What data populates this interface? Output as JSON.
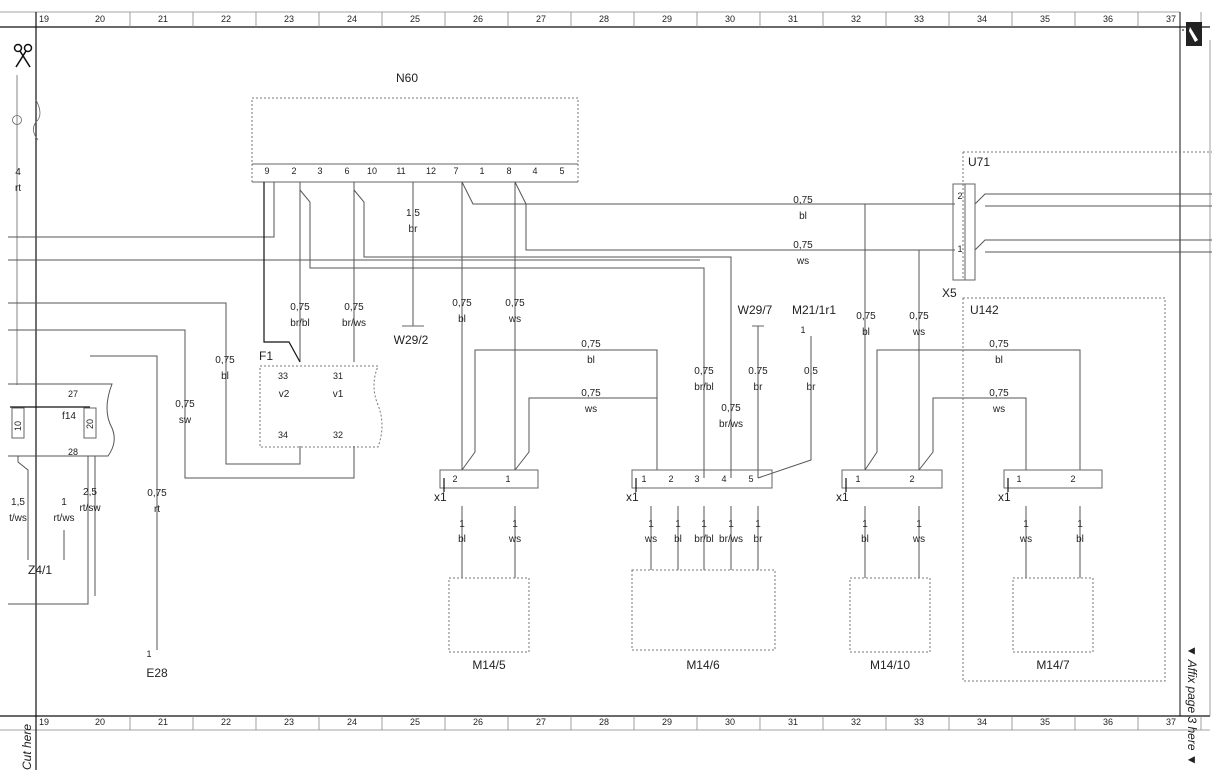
{
  "rulers": {
    "columns": [
      "19",
      "20",
      "21",
      "22",
      "23",
      "24",
      "25",
      "26",
      "27",
      "28",
      "29",
      "30",
      "31",
      "32",
      "33",
      "34",
      "35",
      "36",
      "37"
    ]
  },
  "margin": {
    "cut_here": "Cut here",
    "affix_here": "▼ Affix page 3 here ▼"
  },
  "components": {
    "n60": "N60",
    "n60_pins": [
      "9",
      "2",
      "3",
      "6",
      "10",
      "11",
      "12",
      "7",
      "1",
      "8",
      "4",
      "5"
    ],
    "u71": "U71",
    "x5": "X5",
    "u71_pins": [
      "2",
      "1"
    ],
    "u142": "U142",
    "f1": {
      "label": "F1",
      "pins_top": [
        "33",
        "31"
      ],
      "fuses": [
        "v2",
        "v1"
      ],
      "pins_bottom": [
        "34",
        "32"
      ]
    },
    "f14": {
      "label": "f14",
      "pin_top": "27",
      "pin_bottom": "28",
      "fuse_left": "10",
      "fuse_right": "20"
    },
    "z4_1": "Z4/1",
    "e28": "E28",
    "e28_pin": "1",
    "w29_2": "W29/2",
    "w29_7": "W29/7",
    "m21_1r1": "M21/1r1",
    "m21_pin": "1",
    "motors": [
      {
        "label": "M14/5",
        "connector": "x1",
        "pins": [
          "2",
          "1"
        ],
        "wires": [
          [
            "1",
            "bl"
          ],
          [
            "1",
            "ws"
          ]
        ]
      },
      {
        "label": "M14/6",
        "connector": "x1",
        "pins": [
          "1",
          "2",
          "3",
          "4",
          "5"
        ],
        "wires": [
          [
            "1",
            "ws"
          ],
          [
            "1",
            "bl"
          ],
          [
            "1",
            "br/bl"
          ],
          [
            "1",
            "br/ws"
          ],
          [
            "1",
            "br"
          ]
        ]
      },
      {
        "label": "M14/10",
        "connector": "x1",
        "pins": [
          "1",
          "2"
        ],
        "wires": [
          [
            "1",
            "bl"
          ],
          [
            "1",
            "ws"
          ]
        ]
      },
      {
        "label": "M14/7",
        "connector": "x1",
        "pins": [
          "1",
          "2"
        ],
        "wires": [
          [
            "1",
            "ws"
          ],
          [
            "1",
            "bl"
          ]
        ]
      }
    ]
  },
  "wire_labels": {
    "left_4_rt": [
      "4",
      "rt"
    ],
    "w15_br": [
      "1,5",
      "br"
    ],
    "w_br_bl": [
      "0,75",
      "br/bl"
    ],
    "w_br_ws": [
      "0,75",
      "br/ws"
    ],
    "w_bl_26": [
      "0,75",
      "bl"
    ],
    "w_ws_27": [
      "0,75",
      "ws"
    ],
    "w_bl_f1": [
      "0,75",
      "bl"
    ],
    "w_sw": [
      "0,75",
      "sw"
    ],
    "w_bus_bl": [
      "0,75",
      "bl"
    ],
    "w_bus_ws": [
      "0,75",
      "ws"
    ],
    "w_mid_bl": [
      "0,75",
      "bl"
    ],
    "w_mid_ws": [
      "0,75",
      "ws"
    ],
    "w_br_bl_30": [
      "0,75",
      "br/bl"
    ],
    "w_br_ws_30": [
      "0,75",
      "br/ws"
    ],
    "w_br_w297": [
      "0.75",
      "br"
    ],
    "w_br_m21": [
      "0,5",
      "br"
    ],
    "w_bl_32": [
      "0,75",
      "bl"
    ],
    "w_ws_33": [
      "0,75",
      "ws"
    ],
    "w_u142_bl": [
      "0,75",
      "bl"
    ],
    "w_u142_ws": [
      "0,75",
      "ws"
    ],
    "w_15_tws": [
      "1,5",
      "t/ws"
    ],
    "w_1_rtws": [
      "1",
      "rt/ws"
    ],
    "w_25_rtsw": [
      "2,5",
      "rt/sw"
    ],
    "w_075_rt": [
      "0,75",
      "rt"
    ]
  }
}
